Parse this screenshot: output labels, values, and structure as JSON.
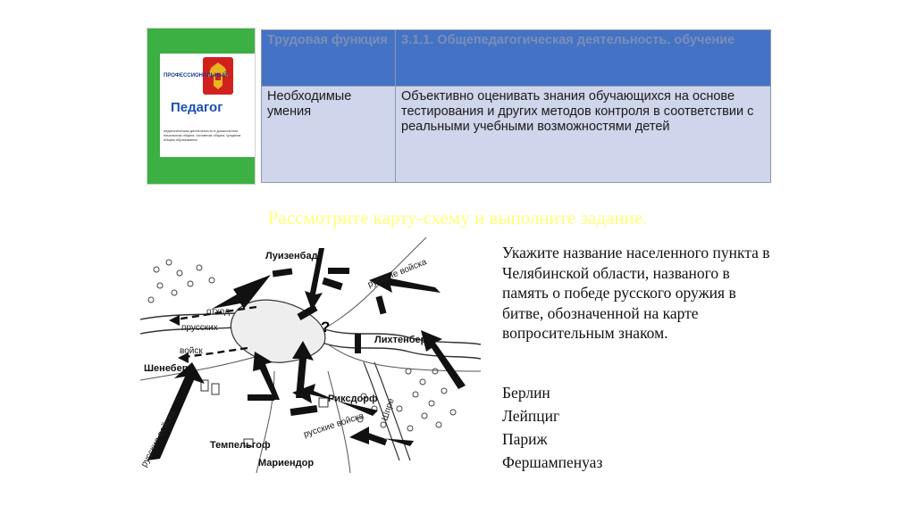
{
  "book": {
    "series_label": "ПРОФЕССИОНАЛЬНЫЙ",
    "title": "Педагог",
    "small_text": "педагогическая деятельность в дошкольном, начальном общем, основном общем, среднем общем образовании"
  },
  "table": {
    "row1": {
      "col1": "Трудовая функция",
      "col2": "3.1.1. Общепедагогическая деятельность. обучение"
    },
    "row2": {
      "col1": "Необходимые умения",
      "col2": "Объективно оценивать знания обучающихся на основе тестирования и других методов контроля в соответствии с реальными учебными возможностями детей"
    }
  },
  "heading": "Рассмотрите карту-схему и выполните задание.",
  "question": "Укажите название населенного пункта в Челябинской области, названого в память о победе русского оружия в битве, обозначенной на карте вопросительным знаком.",
  "options": [
    "Берлин",
    "Лейпциг",
    "Париж",
    "Фершампенуаз"
  ],
  "map": {
    "places": {
      "luisenbad": "Луизенбад",
      "lichtenberg": "Лихтенберг",
      "schoneberg": "Шенеберг",
      "rixdorf": "Риксдорф",
      "tempelhof": "Темпельгоф",
      "mariendorf": "Мариендор"
    },
    "labels": {
      "otkhod": "отход",
      "prusskikh": "прусских",
      "voysk": "войск",
      "russkie_voyska_ne": "русские войска",
      "russkie_voyska_se": "русские войска",
      "russkie_voyska_sw": "русские войска",
      "river": "Шпре"
    },
    "question_mark": "?"
  },
  "colors": {
    "header_blue": "#4472c4",
    "body_blue": "#cfd5ea",
    "book_green": "#3cb043",
    "heading_yellow": "#ffff7a"
  }
}
